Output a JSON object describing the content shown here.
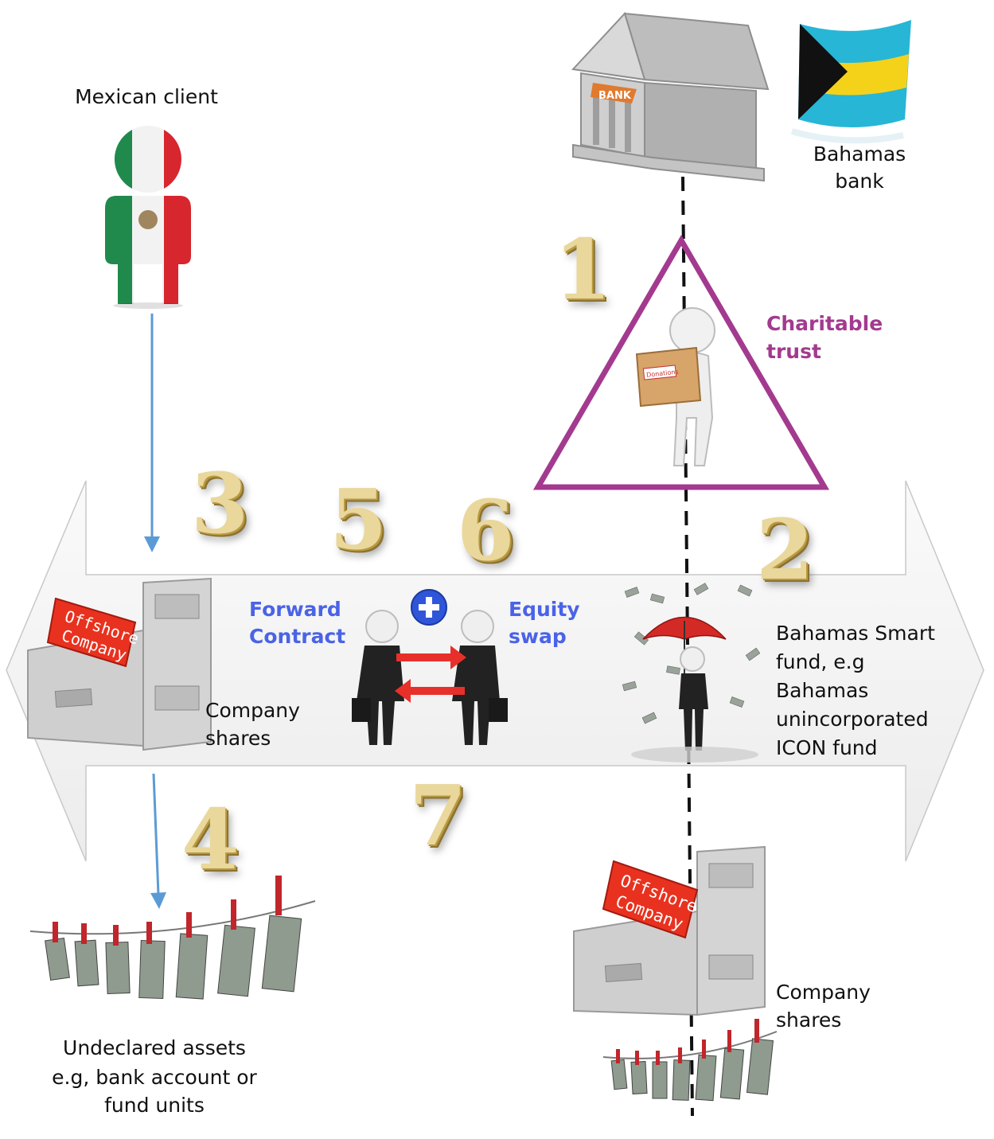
{
  "labels": {
    "mexican_client": "Mexican client",
    "bahamas_bank_line1": "Bahamas",
    "bahamas_bank_line2": "bank",
    "charitable_trust_line1": "Charitable",
    "charitable_trust_line2": "trust",
    "forward_contract_line1": "Forward",
    "forward_contract_line2": "Contract",
    "equity_swap_line1": "Equity",
    "equity_swap_line2": "swap",
    "company_shares_left_line1": "Company",
    "company_shares_left_line2": "shares",
    "smart_fund": [
      "Bahamas Smart",
      "fund, e.g",
      "Bahamas",
      "unincorporated",
      "ICON fund"
    ],
    "company_shares_right_line1": "Company",
    "company_shares_right_line2": "shares",
    "undeclared": [
      "Undeclared assets",
      "e.g, bank account or",
      "fund units"
    ]
  },
  "steps": [
    "1",
    "2",
    "3",
    "4",
    "5",
    "6",
    "7"
  ],
  "images": {
    "bank_sign": "BANK",
    "offshore_folder_line1": "Offshore",
    "offshore_folder_line2": "Company",
    "donations_box": "Donations"
  },
  "icons": [
    "mexican-flag-person-icon",
    "bank-building-icon",
    "bahamas-flag-icon",
    "charity-box-person-icon",
    "filing-cabinet-icon",
    "businessmen-exchange-icon",
    "plus-icon",
    "umbrella-money-man-icon",
    "money-clothesline-icon"
  ],
  "colors": {
    "trust_triangle": "#a33a8f",
    "flow_arrow": "#5b9bd5",
    "emphasis_text": "#4a63e6",
    "exchange_arrows": "#e8302a"
  }
}
